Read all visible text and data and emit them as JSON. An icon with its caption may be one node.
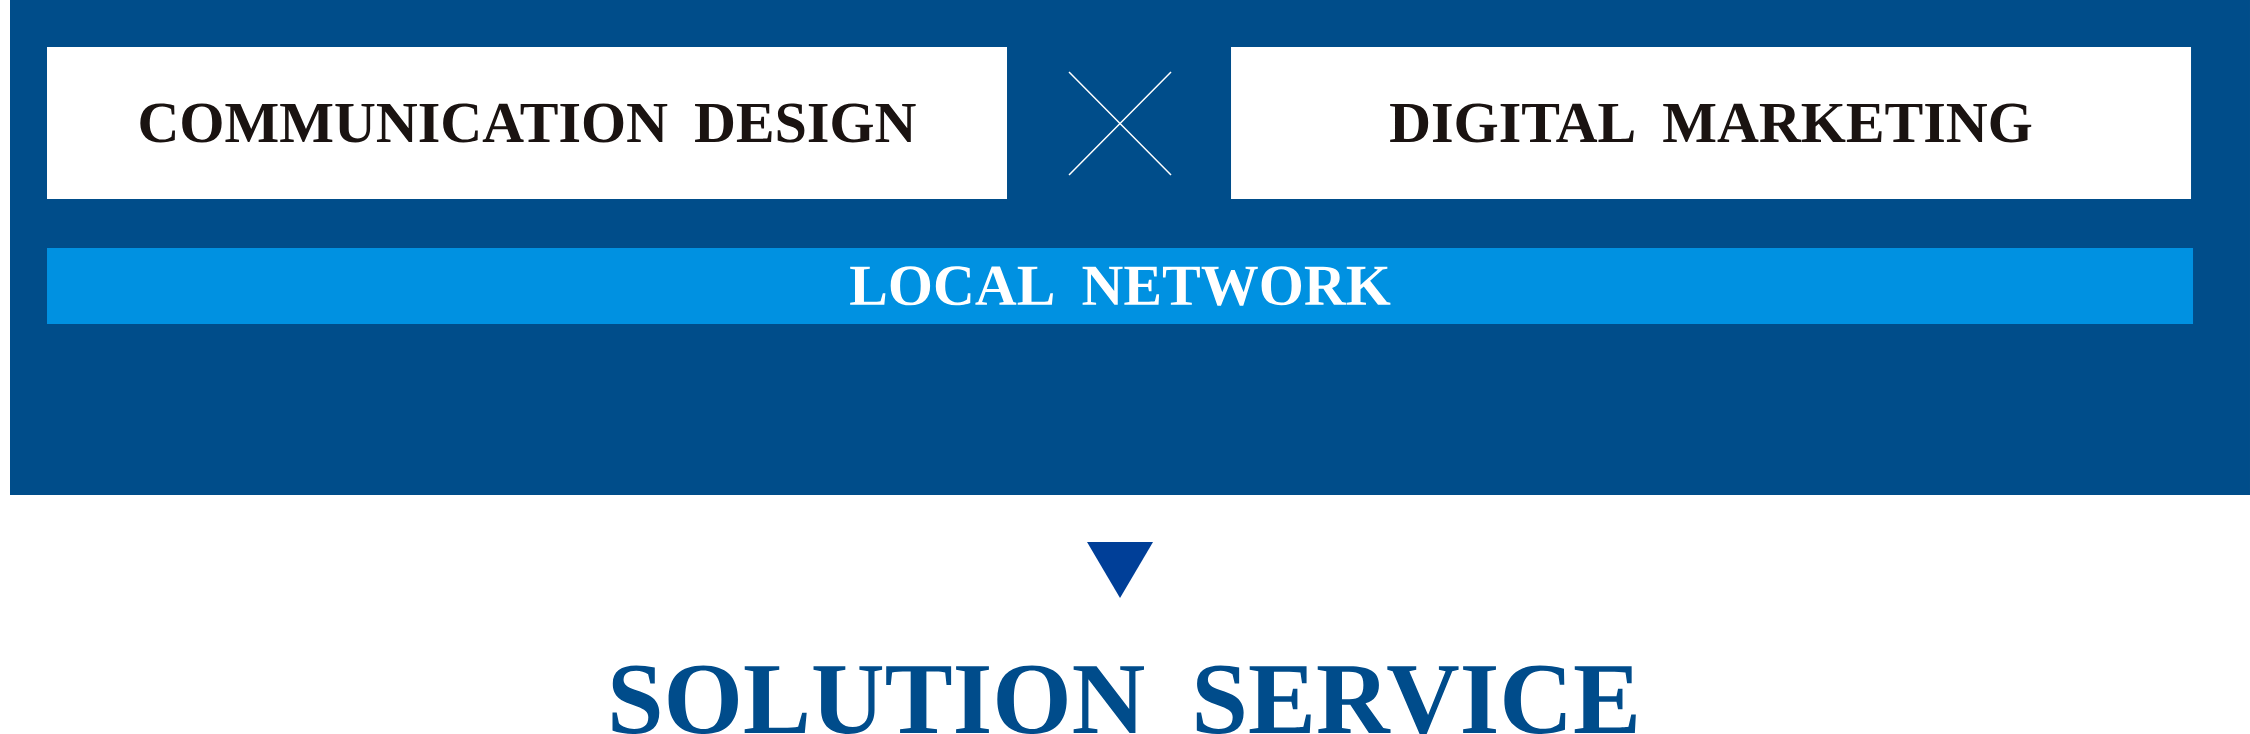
{
  "diagram": {
    "nodes": [
      {
        "text": [],
        "shape": "box"
      },
      {
        "text": [
          "COMMUNICATION DESIGN"
        ],
        "in": 0
      },
      {
        "text": [
          "DIGITAL MARKETING"
        ],
        "in": 0
      },
      {
        "text": [
          "LOCAL NETWORK"
        ],
        "in": 0
      },
      {
        "text": [
          "SOLUTION SERVICE"
        ]
      }
    ]
  }
}
